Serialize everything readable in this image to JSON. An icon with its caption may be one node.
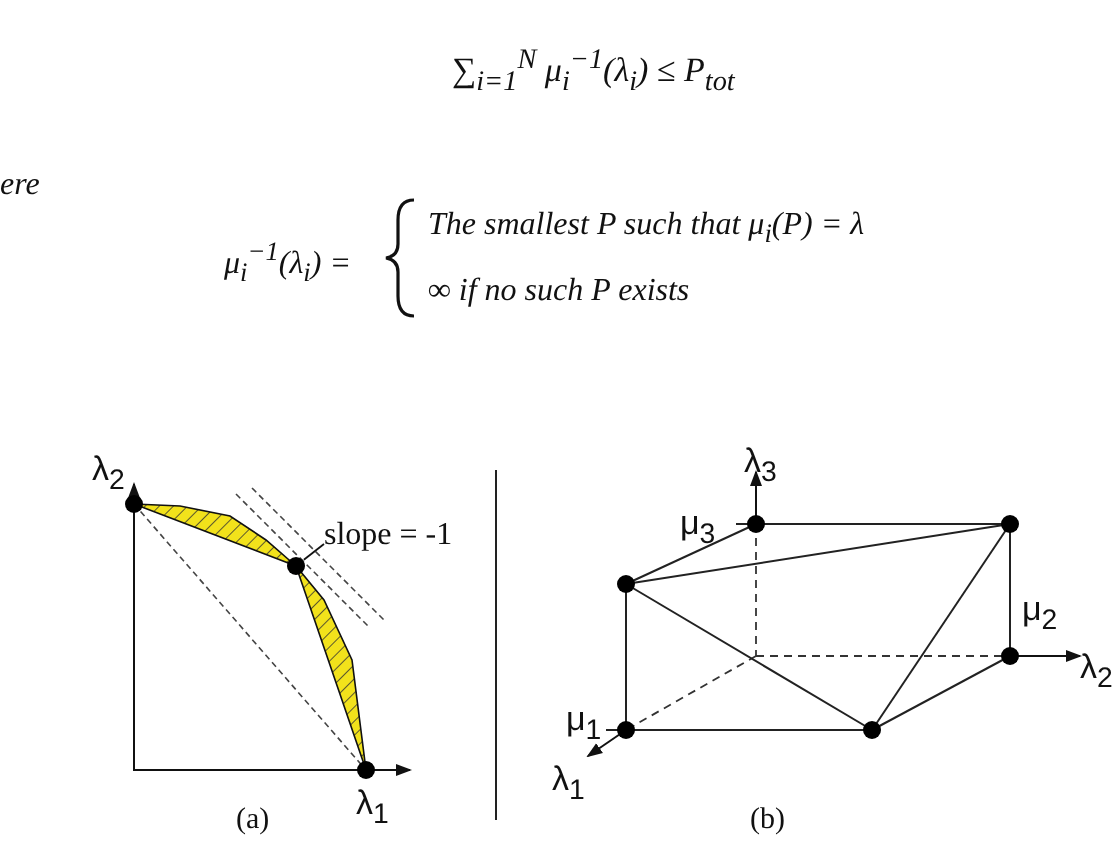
{
  "diagram": {
    "nodes": [
      {
        "text": [
          "slope = -1"
        ]
      },
      {
        "text": [],
        "shape": "circle"
      }
    ],
    "edges": [
      {
        "from": 0,
        "to": 1,
        "arrow": "none"
      }
    ],
    "labels": [
      "∑$_{i=1}$$^{N}$ μ$_{i}$$^{−1}$(λ$_{i}$) ≤ P$_{tot}$",
      "ere",
      "μ$_{i}$$^{−1}$(λ$_{i}$) =",
      "The smallest P such that μ$_{i}$(P) = λ",
      "∞ if no such P exists",
      "λ$_{2}$",
      "λ$_{3}$",
      "μ$_{3}$",
      "μ$_{2}$",
      "λ$_{2}$",
      "μ$_{1}$",
      "λ$_{1}$",
      "λ$_{1}$",
      "(a)",
      "(b)"
    ]
  }
}
